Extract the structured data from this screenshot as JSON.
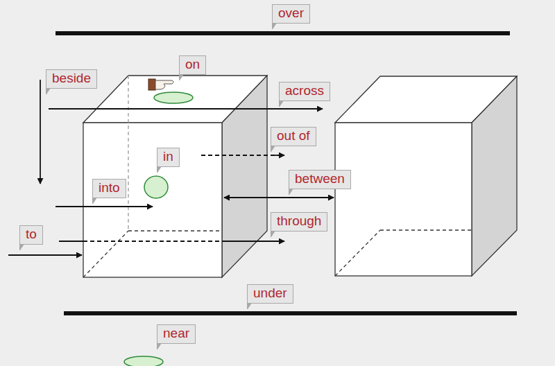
{
  "diagram": {
    "labels": [
      "over",
      "on",
      "beside",
      "across",
      "out of",
      "in",
      "into",
      "between",
      "to",
      "through",
      "under",
      "near"
    ]
  }
}
